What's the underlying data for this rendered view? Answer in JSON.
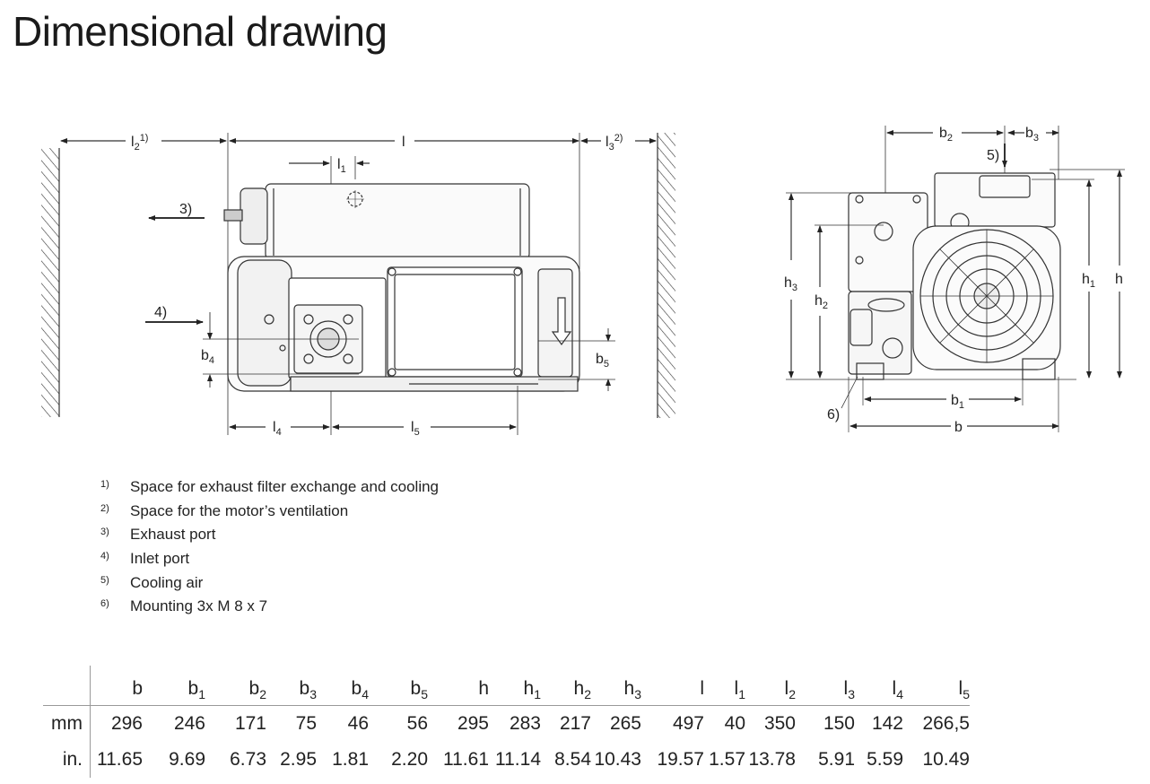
{
  "title": "Dimensional drawing",
  "drawing_labels": {
    "l2": "l",
    "l2_sub": "2",
    "l2_note": "1)",
    "l": "l",
    "l3": "l",
    "l3_sub": "3",
    "l3_note": "2)",
    "l1": "l",
    "l1_sub": "1",
    "b4": "b",
    "b4_sub": "4",
    "b5": "b",
    "b5_sub": "5",
    "l4": "l",
    "l4_sub": "4",
    "l5": "l",
    "l5_sub": "5",
    "n3": "3)",
    "n4": "4)",
    "n5": "5)",
    "n6": "6)",
    "b2": "b",
    "b2_sub": "2",
    "b3": "b",
    "b3_sub": "3",
    "h3": "h",
    "h3_sub": "3",
    "h2": "h",
    "h2_sub": "2",
    "h1": "h",
    "h1_sub": "1",
    "h": "h",
    "b1": "b",
    "b1_sub": "1",
    "b": "b"
  },
  "notes": [
    {
      "num": "1)",
      "text": "Space for exhaust filter exchange and cooling"
    },
    {
      "num": "2)",
      "text": "Space for the motor’s ventilation"
    },
    {
      "num": "3)",
      "text": "Exhaust port"
    },
    {
      "num": "4)",
      "text": "Inlet port"
    },
    {
      "num": "5)",
      "text": "Cooling air"
    },
    {
      "num": "6)",
      "text": "Mounting 3x M 8 x 7"
    }
  ],
  "table": {
    "headers": [
      {
        "base": "b",
        "sub": ""
      },
      {
        "base": "b",
        "sub": "1"
      },
      {
        "base": "b",
        "sub": "2"
      },
      {
        "base": "b",
        "sub": "3"
      },
      {
        "base": "b",
        "sub": "4"
      },
      {
        "base": "b",
        "sub": "5"
      },
      {
        "base": "h",
        "sub": ""
      },
      {
        "base": "h",
        "sub": "1"
      },
      {
        "base": "h",
        "sub": "2"
      },
      {
        "base": "h",
        "sub": "3"
      },
      {
        "base": "l",
        "sub": ""
      },
      {
        "base": "l",
        "sub": "1"
      },
      {
        "base": "l",
        "sub": "2"
      },
      {
        "base": "l",
        "sub": "3"
      },
      {
        "base": "l",
        "sub": "4"
      },
      {
        "base": "l",
        "sub": "5"
      }
    ],
    "rows": [
      {
        "unit": "mm",
        "values": [
          "296",
          "246",
          "171",
          "75",
          "46",
          "56",
          "295",
          "283",
          "217",
          "265",
          "497",
          "40",
          "350",
          "150",
          "142",
          "266,5"
        ]
      },
      {
        "unit": "in.",
        "values": [
          "11.65",
          "9.69",
          "6.73",
          "2.95",
          "1.81",
          "2.20",
          "11.61",
          "11.14",
          "8.54",
          "10.43",
          "19.57",
          "1.57",
          "13.78",
          "5.91",
          "5.59",
          "10.49"
        ]
      }
    ]
  }
}
